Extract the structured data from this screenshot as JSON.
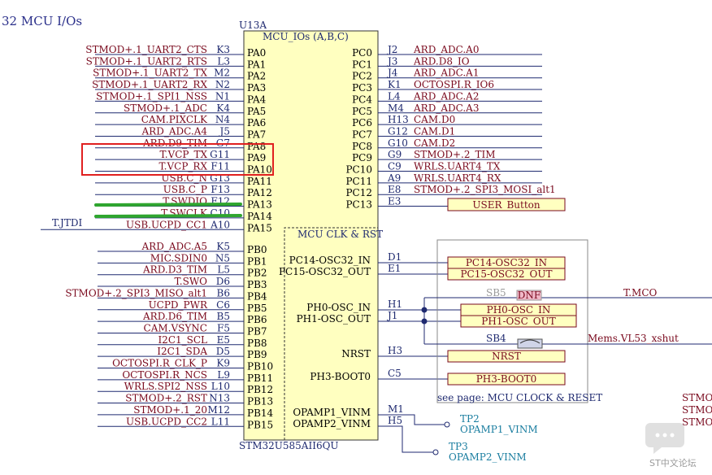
{
  "page_title": "32 MCU I/Os",
  "component": {
    "ref": "U13A",
    "block_label": "MCU_IOs (A,B,C)",
    "part_number": "STM32U585AII6QU",
    "subblock_label": "MCU CLK & RST"
  },
  "port_a": [
    {
      "pin": "PA0",
      "ball": "K3",
      "net": "STMOD+.1_UART2_CTS"
    },
    {
      "pin": "PA1",
      "ball": "L3",
      "net": "STMOD+.1_UART2_RTS"
    },
    {
      "pin": "PA2",
      "ball": "M2",
      "net": "STMOD+.1_UART2_TX"
    },
    {
      "pin": "PA3",
      "ball": "N2",
      "net": "STMOD+.1_UART2_RX"
    },
    {
      "pin": "PA4",
      "ball": "N1",
      "net": "STMOD+.1_SPI1_NSS"
    },
    {
      "pin": "PA5",
      "ball": "K4",
      "net": "STMOD+.1_ADC"
    },
    {
      "pin": "PA6",
      "ball": "N4",
      "net": "CAM.PIXCLK"
    },
    {
      "pin": "PA7",
      "ball": "J5",
      "net": "ARD_ADC.A4"
    },
    {
      "pin": "PA8",
      "ball": "G7",
      "net": "ARD.D9_TIM"
    },
    {
      "pin": "PA9",
      "ball": "G11",
      "net": "T.VCP_TX"
    },
    {
      "pin": "PA10",
      "ball": "F11",
      "net": "T.VCP_RX"
    },
    {
      "pin": "PA11",
      "ball": "G13",
      "net": "USB.C_N"
    },
    {
      "pin": "PA12",
      "ball": "F13",
      "net": "USB.C_P"
    },
    {
      "pin": "PA13",
      "ball": "F12",
      "net": "T.SWDIO"
    },
    {
      "pin": "PA14",
      "ball": "C10",
      "net": "T.SWCLK"
    },
    {
      "pin": "PA15",
      "ball": "A10",
      "net": "USB.UCPD_CC1",
      "alt_net": "T.JTDI"
    }
  ],
  "port_b": [
    {
      "pin": "PB0",
      "ball": "K5",
      "net": "ARD_ADC.A5"
    },
    {
      "pin": "PB1",
      "ball": "N5",
      "net": "MIC.SDIN0"
    },
    {
      "pin": "PB2",
      "ball": "L5",
      "net": "ARD.D3_TIM"
    },
    {
      "pin": "PB3",
      "ball": "D6",
      "net": "T.SWO"
    },
    {
      "pin": "PB4",
      "ball": "B6",
      "net": "STMOD+.2_SPI3_MISO_alt1"
    },
    {
      "pin": "PB5",
      "ball": "C6",
      "net": "UCPD_PWR"
    },
    {
      "pin": "PB6",
      "ball": "B5",
      "net": "ARD.D6_TIM"
    },
    {
      "pin": "PB7",
      "ball": "F5",
      "net": "CAM.VSYNC"
    },
    {
      "pin": "PB8",
      "ball": "E5",
      "net": "I2C1_SCL"
    },
    {
      "pin": "PB9",
      "ball": "D5",
      "net": "I2C1_SDA"
    },
    {
      "pin": "PB10",
      "ball": "K9",
      "net": "OCTOSPI.R_CLK_P"
    },
    {
      "pin": "PB11",
      "ball": "L9",
      "net": "OCTOSPI.R_NCS"
    },
    {
      "pin": "PB12",
      "ball": "L10",
      "net": "WRLS.SPI2_NSS"
    },
    {
      "pin": "PB13",
      "ball": "N13",
      "net": "STMOD+.2_RST"
    },
    {
      "pin": "PB14",
      "ball": "M12",
      "net": "STMOD+.1_20"
    },
    {
      "pin": "PB15",
      "ball": "L11",
      "net": "USB.UCPD_CC2"
    }
  ],
  "port_c": [
    {
      "pin": "PC0",
      "ball": "J2",
      "net": "ARD_ADC.A0"
    },
    {
      "pin": "PC1",
      "ball": "J3",
      "net": "ARD.D8_IO"
    },
    {
      "pin": "PC2",
      "ball": "J4",
      "net": "ARD_ADC.A1"
    },
    {
      "pin": "PC3",
      "ball": "K1",
      "net": "OCTOSPI.R_IO6"
    },
    {
      "pin": "PC4",
      "ball": "L4",
      "net": "ARD_ADC.A2"
    },
    {
      "pin": "PC5",
      "ball": "M4",
      "net": "ARD_ADC.A3"
    },
    {
      "pin": "PC6",
      "ball": "H13",
      "net": "CAM.D0"
    },
    {
      "pin": "PC7",
      "ball": "G12",
      "net": "CAM.D1"
    },
    {
      "pin": "PC8",
      "ball": "G10",
      "net": "CAM.D2"
    },
    {
      "pin": "PC9",
      "ball": "G9",
      "net": "STMOD+.2_TIM"
    },
    {
      "pin": "PC10",
      "ball": "C9",
      "net": "WRLS.UART4_TX"
    },
    {
      "pin": "PC11",
      "ball": "A9",
      "net": "WRLS.UART4_RX"
    },
    {
      "pin": "PC12",
      "ball": "E8",
      "net": "STMOD+.2_SPI3_MOSI_alt1"
    },
    {
      "pin": "PC13",
      "ball": "E3",
      "net": "USER_Button",
      "port": true
    }
  ],
  "clk_rst": [
    {
      "pin": "PC14-OSC32_IN",
      "ball": "D1",
      "net": "PC14-OSC32_IN"
    },
    {
      "pin": "PC15-OSC32_OUT",
      "ball": "E1",
      "net": "PC15-OSC32_OUT"
    },
    {
      "pin": "PH0-OSC_IN",
      "ball": "H1",
      "net": "PH0-OSC_IN"
    },
    {
      "pin": "PH1-OSC_OUT",
      "ball": "J1",
      "net": "PH1-OSC_OUT"
    },
    {
      "pin": "NRST",
      "ball": "H3",
      "net": "NRST"
    },
    {
      "pin": "PH3-BOOT0",
      "ball": "C5",
      "net": "PH3-BOOT0"
    }
  ],
  "opamp": [
    {
      "pin": "OPAMP1_VINM",
      "ball": "M1",
      "tp": "TP2",
      "net": "OPAMP1_VINM"
    },
    {
      "pin": "OPAMP2_VINM",
      "ball": "H5",
      "tp": "TP3",
      "net": "OPAMP2_VINM"
    }
  ],
  "clock_box": {
    "sb5": "SB5",
    "dnf": "DNF",
    "sb4": "SB4",
    "tmco": "T.MCO",
    "mems": "Mems.VL53_xshut",
    "note": "see page: MCU CLOCK & RESET"
  },
  "right_edge_labels": [
    "STMOD",
    "STMOD",
    "STMOD"
  ],
  "watermark": "ST中文论坛",
  "colors": {
    "body_fill": "#ffffc0",
    "net_text": "#7a0a1e",
    "pin_text": "#1f2a70",
    "wire": "#1f2a70",
    "title": "#2a2f8a",
    "highlight_box": "#e02020",
    "strike_mark": "#2fa62f",
    "testpoint_text": "#1b7ea0"
  }
}
